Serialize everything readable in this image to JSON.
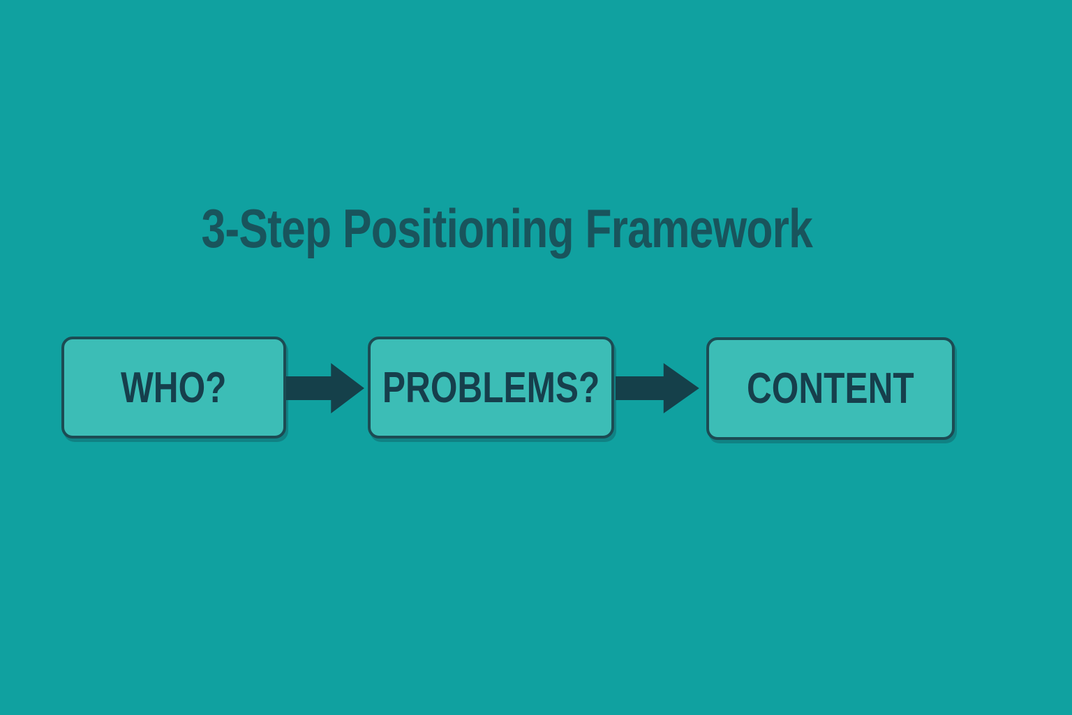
{
  "title": "3-Step Positioning Framework",
  "diagram": {
    "steps": [
      "WHO?",
      "PROBLEMS?",
      "CONTENT"
    ],
    "connector": "arrow-right"
  },
  "colors": {
    "background": "#10A1A0",
    "box_fill": "#3CBDB6",
    "box_border": "#1C4B53",
    "box_text": "#163F4C",
    "title_text": "#19545C",
    "arrow": "#15404A"
  }
}
